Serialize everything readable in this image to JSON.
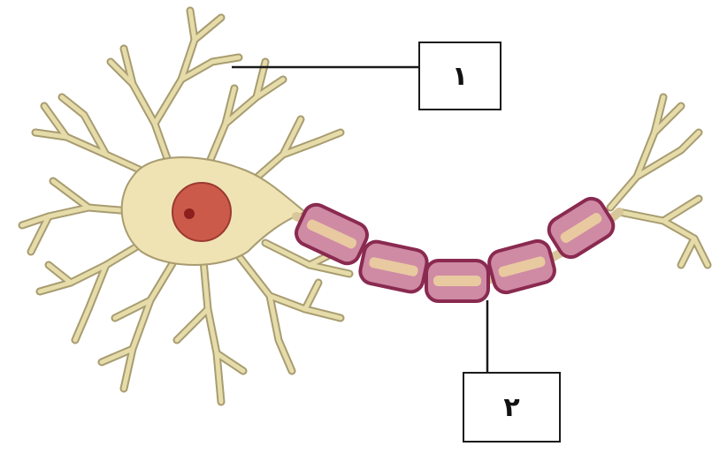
{
  "labels": [
    {
      "id": "1",
      "text": "١"
    },
    {
      "id": "2",
      "text": "٢"
    }
  ],
  "colors": {
    "cell_body": "#efe3b4",
    "cell_outline": "#a89c70",
    "dendrite": "#e6dcaa",
    "nucleus": "#cc5a4a",
    "nucleolus": "#8c1e1e",
    "myelin_outline": "#8a2a50",
    "myelin_fill": "#cf8aa4",
    "axon_core": "#e8c9a0",
    "leader_line": "#1a1a1a"
  },
  "icons": {
    "cell_body": "neuron-cell-body",
    "myelin": "myelin-sheath-segments"
  }
}
